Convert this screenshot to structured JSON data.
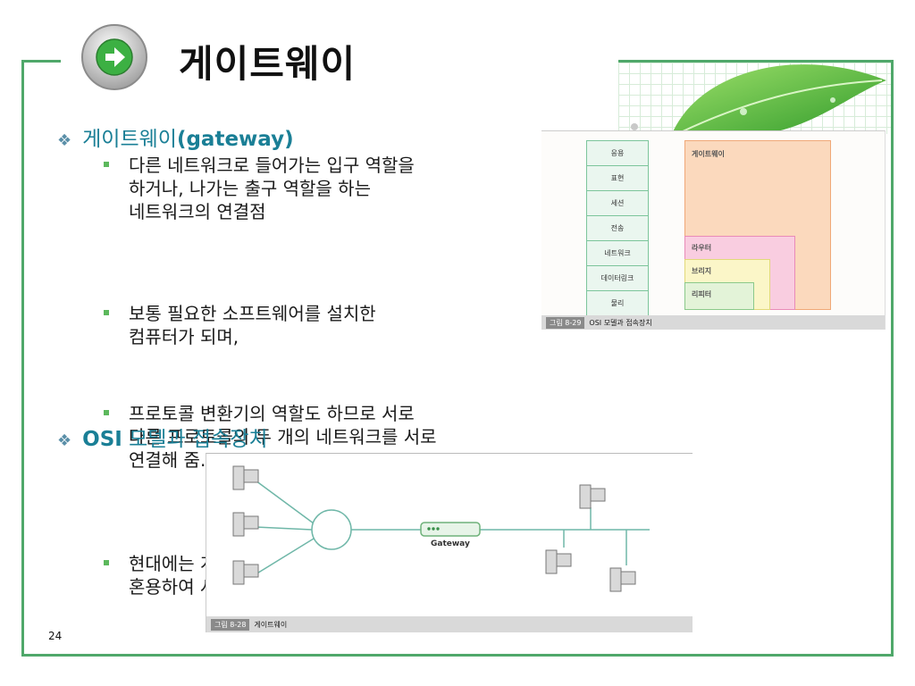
{
  "title": "게이트웨이",
  "bullets": [
    {
      "prefix": "게이트웨이",
      "bold": "(gateway)",
      "sub": [
        {
          "lines": [
            "다른 네트워크로 들어가는 입구 역할을",
            "하거나, 나가는 출구 역할을 하는",
            "네트워크의 연결점"
          ]
        },
        {
          "lines": [
            "보통 필요한 소프트웨어를 설치한",
            "컴퓨터가 되며,"
          ]
        },
        {
          "lines": [
            "프로토콜 변환기의 역할도 하므로  서로",
            "다른 프로토콜의 두 개의 네트워크를 서로",
            "연결해 줌."
          ]
        },
        {
          "lines": [
            "현대에는 게이트웨이와 라우터를 서로",
            "혼용하여 사용하기도 함."
          ]
        }
      ]
    },
    {
      "bold": "OSI",
      "suffix": " 모델과 접속장치"
    }
  ],
  "figure_osi": {
    "layers": [
      "응용",
      "표현",
      "세션",
      "전송",
      "네트워크",
      "데이터링크",
      "물리"
    ],
    "devices": [
      "게이트웨이",
      "라우터",
      "브리지",
      "리피터"
    ],
    "caption_tag": "그림 8-29",
    "caption_text": "OSI 모델과 접속장치"
  },
  "figure_gateway": {
    "device_label": "Gateway",
    "caption_tag": "그림 8-28",
    "caption_text": "게이트웨이"
  },
  "page_number": "24",
  "colors": {
    "frame": "#4fa86a",
    "accent": "#1a7f96",
    "bullet_square": "#5cb85c"
  }
}
